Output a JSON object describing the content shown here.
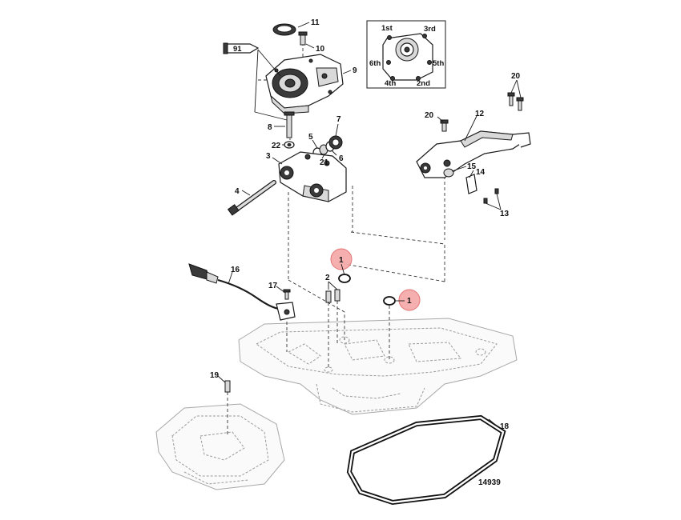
{
  "diagram": {
    "callouts": {
      "c1a": "1",
      "c1b": "1",
      "c2": "2",
      "c3": "3",
      "c4": "4",
      "c5": "5",
      "c6": "6",
      "c7": "7",
      "c8": "8",
      "c9": "9",
      "c10": "10",
      "c11": "11",
      "c12": "12",
      "c13": "13",
      "c14": "14",
      "c15": "15",
      "c16": "16",
      "c17": "17",
      "c18": "18",
      "c19": "19",
      "c20a": "20",
      "c20b": "20",
      "c21": "21",
      "c22": "22"
    },
    "sealant_tube_label": "91",
    "torque_sequence": {
      "first": "1st",
      "second": "2nd",
      "third": "3rd",
      "fourth": "4th",
      "fifth": "5th",
      "sixth": "6th"
    },
    "figure_number": "14939",
    "highlight_color": "#f4a7a7"
  }
}
